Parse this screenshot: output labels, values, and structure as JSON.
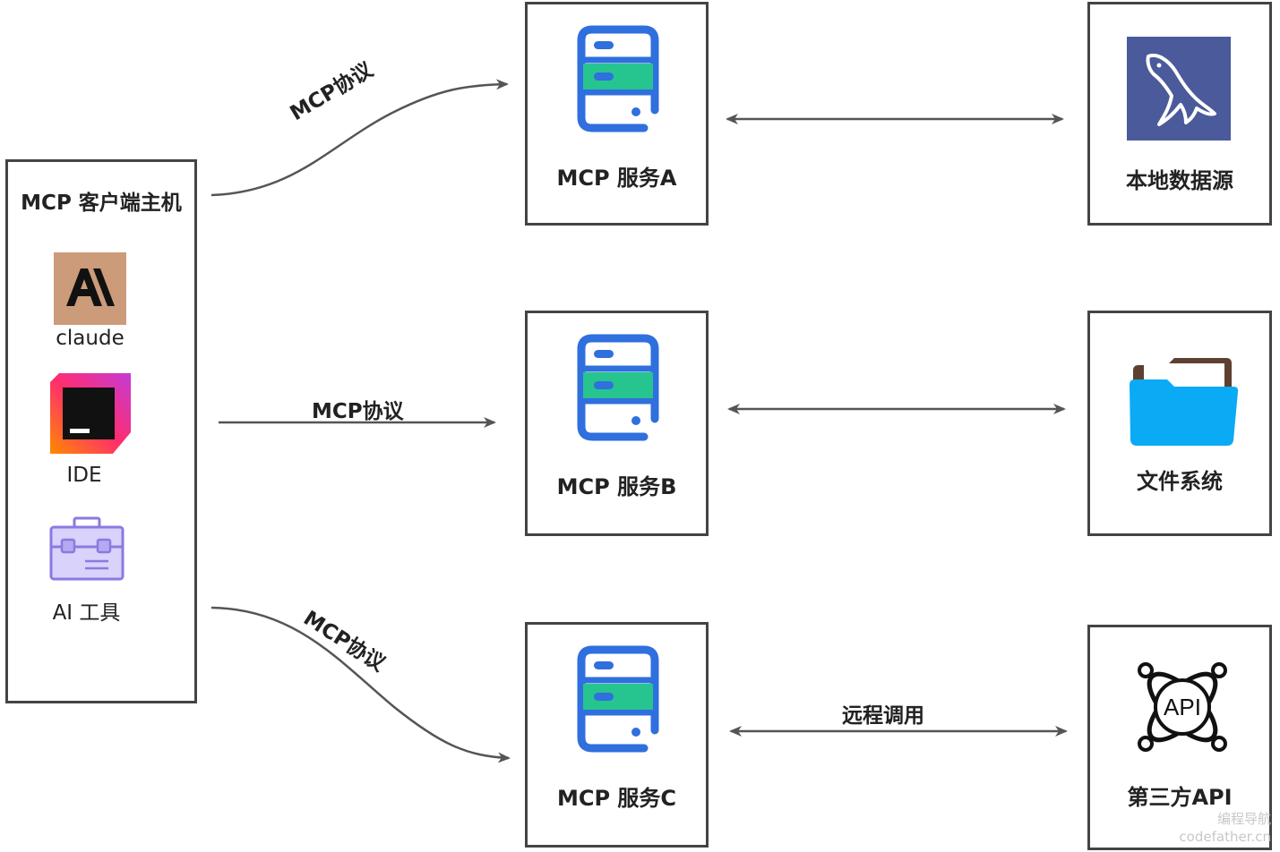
{
  "client_host": {
    "title": "MCP 客户端主机",
    "apps": [
      {
        "label": "claude",
        "icon": "anthropic-logo-icon",
        "logo_text": "A\\"
      },
      {
        "label": "IDE",
        "icon": "jetbrains-ide-icon"
      },
      {
        "label": "AI 工具",
        "icon": "toolbox-icon"
      }
    ]
  },
  "protocol_label": "MCP协议",
  "servers": [
    {
      "title": "MCP 服务A",
      "icon": "server-icon"
    },
    {
      "title": "MCP 服务B",
      "icon": "server-icon"
    },
    {
      "title": "MCP 服务C",
      "icon": "server-icon"
    }
  ],
  "resources": [
    {
      "title": "本地数据源",
      "icon": "mysql-dolphin-icon"
    },
    {
      "title": "文件系统",
      "icon": "folder-icon"
    },
    {
      "title": "第三方API",
      "icon": "api-icon",
      "icon_text": "API"
    }
  ],
  "remote_call_label": "远程调用",
  "watermark": {
    "line1": "编程导航",
    "line2": "codefather.cn"
  },
  "colors": {
    "border": "#444444",
    "arrow": "#555555",
    "server_blue": "#2f6fde",
    "server_green": "#26c58f",
    "anthropic_bg": "#cc9b7a",
    "mysql_bg": "#4a5a9a",
    "folder_blue": "#0aaaf5",
    "folder_back": "#5e4030",
    "toolbox_purple": "#9b8ce6"
  }
}
